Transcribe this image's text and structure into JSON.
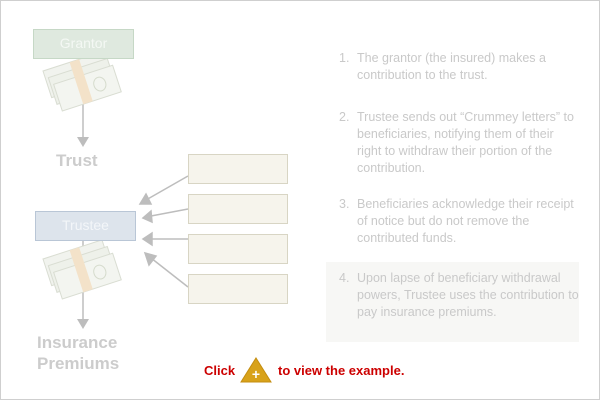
{
  "diagram": {
    "grantor_label": "Grantor",
    "trust_label": "Trust",
    "trustee_label": "Trustee",
    "premiums_label_line1": "Insurance",
    "premiums_label_line2": "Premiums",
    "money_icon": "money-stack-icon",
    "beneficiary_boxes": 4
  },
  "steps": [
    {
      "num": "1.",
      "text": "The grantor (the insured) makes a contribution to the trust."
    },
    {
      "num": "2.",
      "text": "Trustee sends out “Crummey letters” to beneficiaries, notifying them of their right to withdraw their portion of the contribution."
    },
    {
      "num": "3.",
      "text": "Beneficiaries acknowledge their receipt of notice but do not remove the contributed funds."
    },
    {
      "num": "4.",
      "text": "Upon lapse of beneficiary withdrawal powers, Trustee uses the contribution to pay insurance premiums."
    }
  ],
  "cta": {
    "prefix": "Click",
    "suffix": "to view the example.",
    "button_icon": "plus-triangle-icon",
    "button_symbol": "+"
  },
  "colors": {
    "cta_text": "#cc0000",
    "button_fill": "#d8a21a",
    "muted_text": "#c9c9c9"
  }
}
